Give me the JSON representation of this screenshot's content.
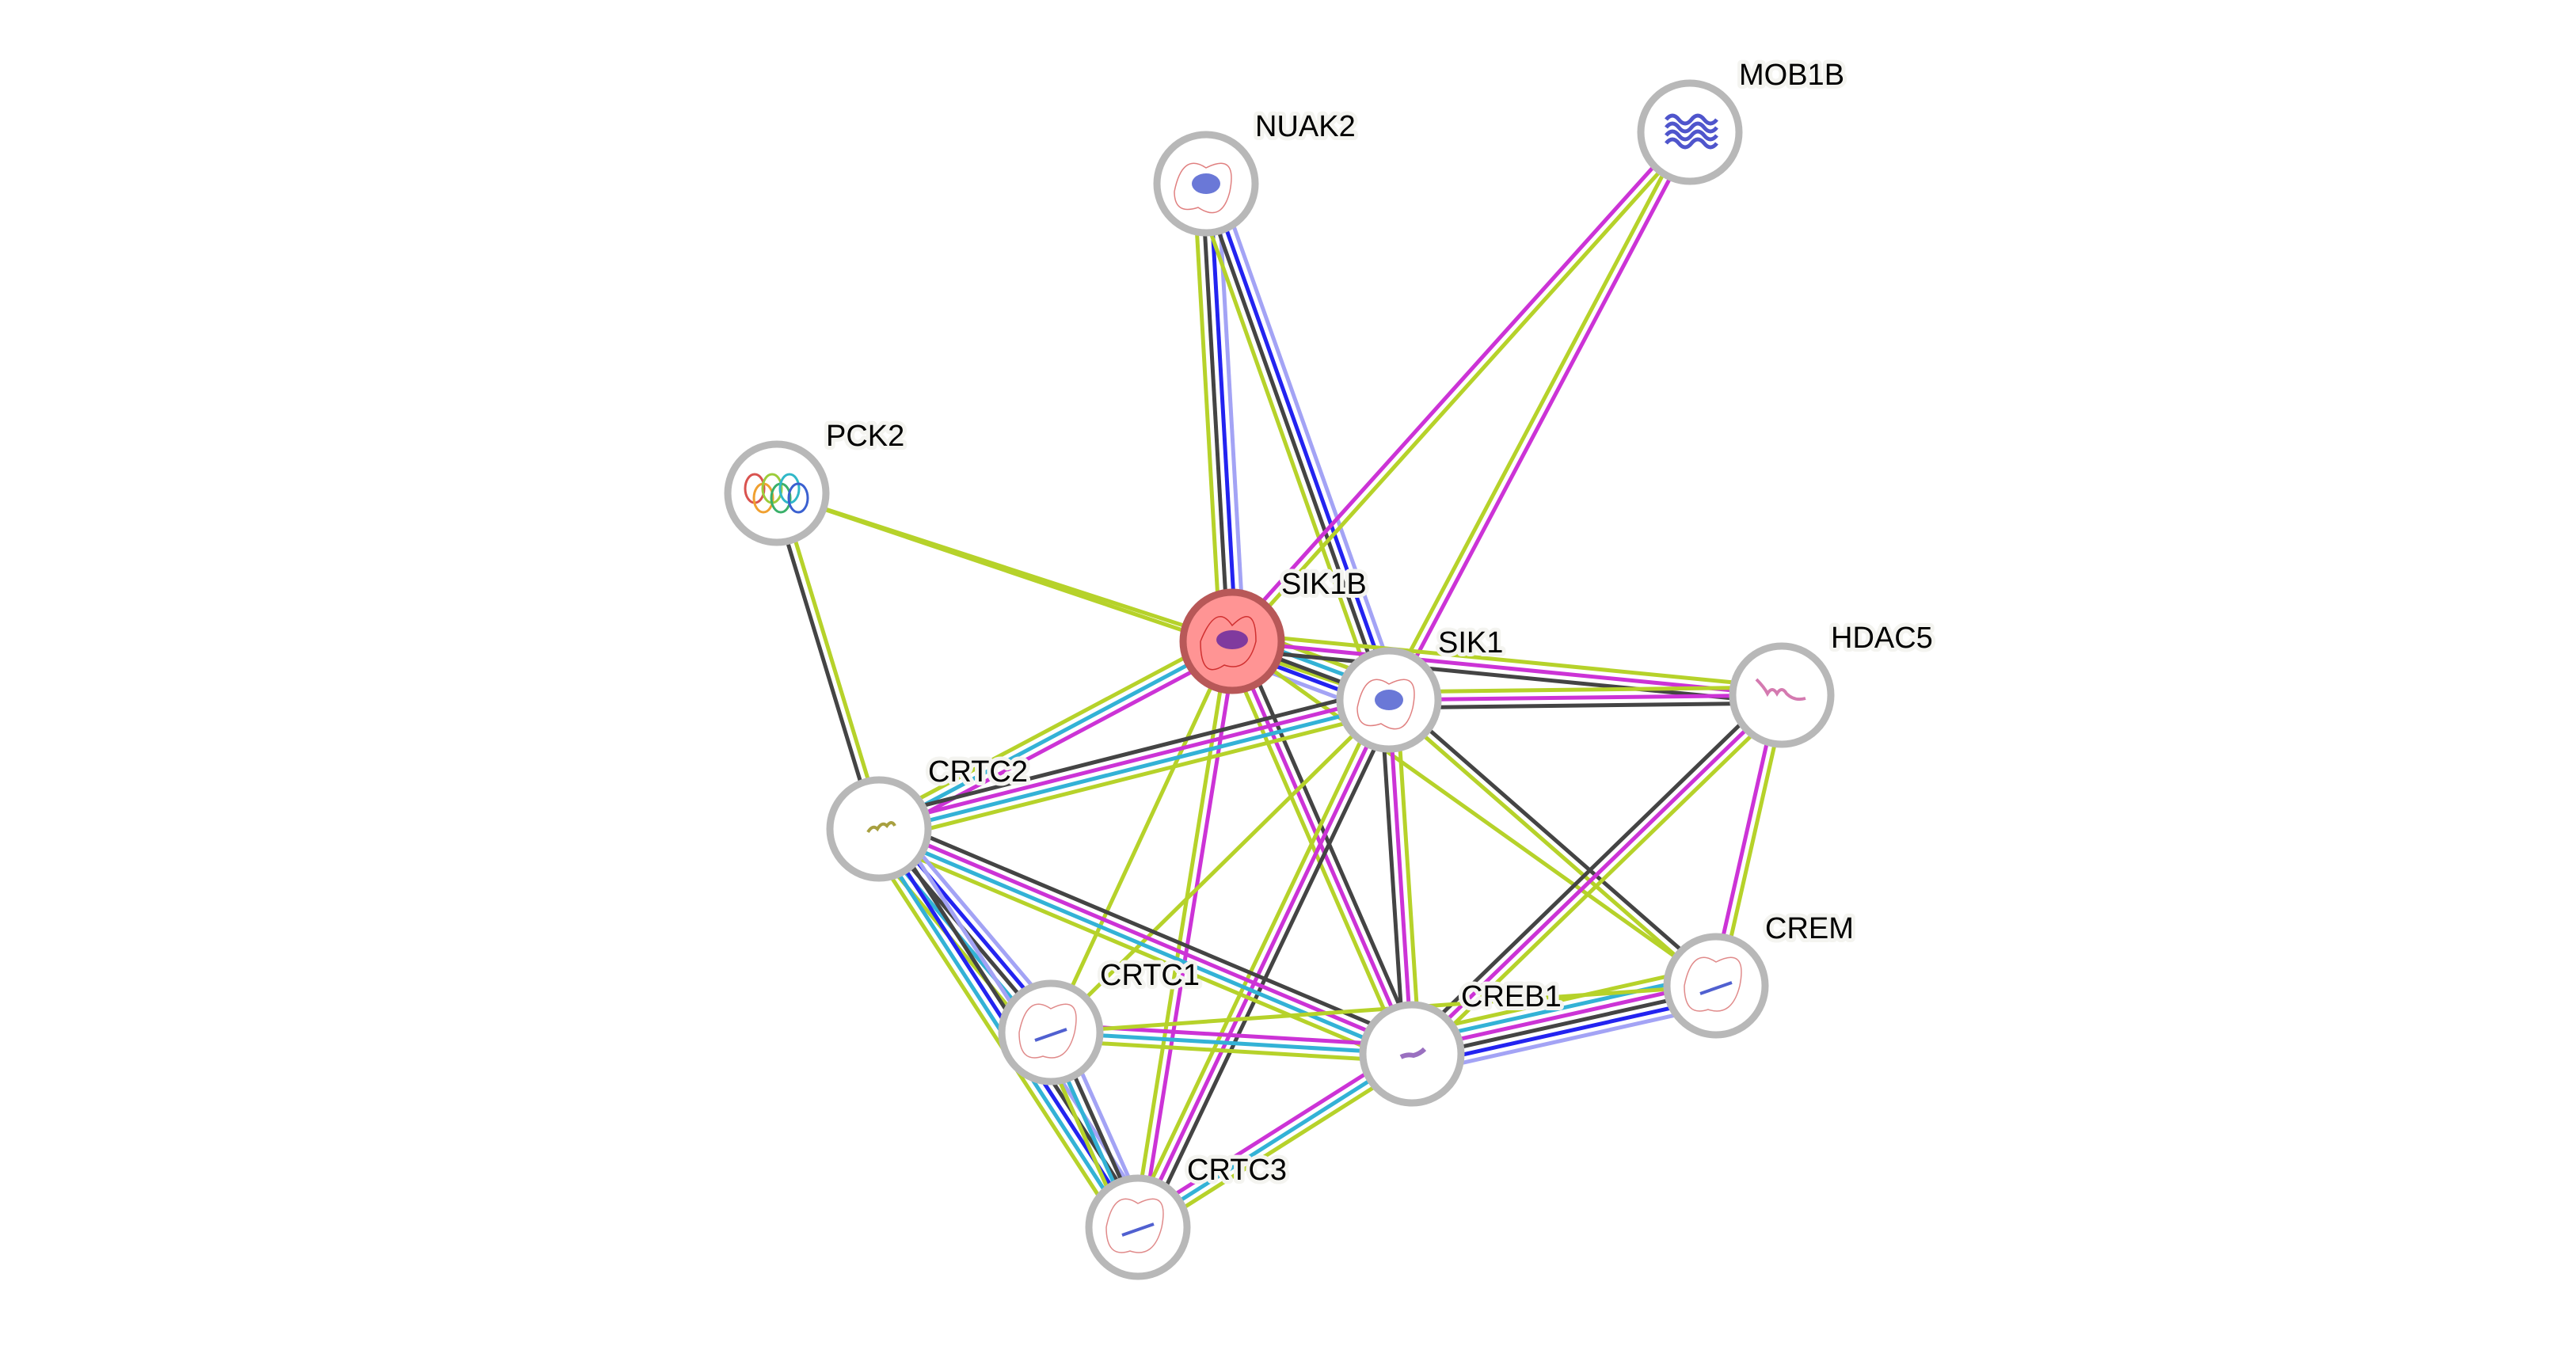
{
  "title": "STRING protein interaction network",
  "query_protein": "SIK1B",
  "evidence_colors": {
    "homology": "#a3a3f5",
    "cooccurrence": "#2323f0",
    "coexpression": "#444444",
    "textmining": "#b6d22a",
    "experiments": "#cc33d6",
    "databases": "#33b2d6"
  },
  "nodes": [
    {
      "id": "SIK1B",
      "label": "SIK1B",
      "query": true,
      "structure_hint": "purple-red-fold"
    },
    {
      "id": "SIK1",
      "label": "SIK1",
      "query": false,
      "structure_hint": "blue-fold"
    },
    {
      "id": "NUAK2",
      "label": "NUAK2",
      "query": false,
      "structure_hint": "blue-fold"
    },
    {
      "id": "MOB1B",
      "label": "MOB1B",
      "query": false,
      "structure_hint": "blue-helices"
    },
    {
      "id": "PCK2",
      "label": "PCK2",
      "query": false,
      "structure_hint": "rainbow-fold"
    },
    {
      "id": "HDAC5",
      "label": "HDAC5",
      "query": false,
      "structure_hint": "pink-helix"
    },
    {
      "id": "CRTC2",
      "label": "CRTC2",
      "query": false,
      "structure_hint": "olive-helix"
    },
    {
      "id": "CRTC1",
      "label": "CRTC1",
      "query": false,
      "structure_hint": "disordered"
    },
    {
      "id": "CREB1",
      "label": "CREB1",
      "query": false,
      "structure_hint": "purple-helix"
    },
    {
      "id": "CREM",
      "label": "CREM",
      "query": false,
      "structure_hint": "disordered"
    },
    {
      "id": "CRTC3",
      "label": "CRTC3",
      "query": false,
      "structure_hint": "disordered"
    }
  ],
  "edges": [
    {
      "source": "NUAK2",
      "target": "SIK1B",
      "evidence": [
        "homology",
        "cooccurrence",
        "coexpression",
        "textmining"
      ]
    },
    {
      "source": "NUAK2",
      "target": "SIK1",
      "evidence": [
        "homology",
        "cooccurrence",
        "coexpression",
        "textmining"
      ]
    },
    {
      "source": "MOB1B",
      "target": "SIK1B",
      "evidence": [
        "textmining",
        "experiments"
      ]
    },
    {
      "source": "MOB1B",
      "target": "SIK1",
      "evidence": [
        "experiments",
        "textmining"
      ]
    },
    {
      "source": "PCK2",
      "target": "SIK1B",
      "evidence": [
        "textmining"
      ]
    },
    {
      "source": "PCK2",
      "target": "SIK1",
      "evidence": [
        "textmining"
      ]
    },
    {
      "source": "PCK2",
      "target": "CRTC2",
      "evidence": [
        "textmining",
        "coexpression"
      ]
    },
    {
      "source": "SIK1B",
      "target": "SIK1",
      "evidence": [
        "textmining",
        "databases",
        "coexpression",
        "cooccurrence",
        "homology"
      ]
    },
    {
      "source": "SIK1B",
      "target": "HDAC5",
      "evidence": [
        "textmining",
        "experiments",
        "coexpression"
      ]
    },
    {
      "source": "SIK1B",
      "target": "CREM",
      "evidence": [
        "textmining"
      ]
    },
    {
      "source": "SIK1B",
      "target": "CREB1",
      "evidence": [
        "coexpression",
        "experiments",
        "textmining"
      ]
    },
    {
      "source": "SIK1B",
      "target": "CRTC2",
      "evidence": [
        "experiments",
        "databases",
        "textmining"
      ]
    },
    {
      "source": "SIK1B",
      "target": "CRTC1",
      "evidence": [
        "textmining"
      ]
    },
    {
      "source": "SIK1B",
      "target": "CRTC3",
      "evidence": [
        "experiments",
        "textmining"
      ]
    },
    {
      "source": "SIK1",
      "target": "HDAC5",
      "evidence": [
        "textmining",
        "experiments",
        "coexpression"
      ]
    },
    {
      "source": "SIK1",
      "target": "CREM",
      "evidence": [
        "coexpression",
        "textmining"
      ]
    },
    {
      "source": "SIK1",
      "target": "CREB1",
      "evidence": [
        "textmining",
        "experiments",
        "coexpression"
      ]
    },
    {
      "source": "SIK1",
      "target": "CRTC2",
      "evidence": [
        "textmining",
        "databases",
        "experiments",
        "coexpression"
      ]
    },
    {
      "source": "SIK1",
      "target": "CRTC1",
      "evidence": [
        "textmining"
      ]
    },
    {
      "source": "SIK1",
      "target": "CRTC3",
      "evidence": [
        "coexpression",
        "experiments",
        "textmining"
      ]
    },
    {
      "source": "HDAC5",
      "target": "CREB1",
      "evidence": [
        "textmining",
        "experiments",
        "coexpression"
      ]
    },
    {
      "source": "HDAC5",
      "target": "CREM",
      "evidence": [
        "textmining",
        "experiments"
      ]
    },
    {
      "source": "CREB1",
      "target": "CREM",
      "evidence": [
        "textmining",
        "databases",
        "experiments",
        "coexpression",
        "cooccurrence",
        "homology"
      ]
    },
    {
      "source": "CRTC2",
      "target": "CREB1",
      "evidence": [
        "coexpression",
        "experiments",
        "databases",
        "textmining"
      ]
    },
    {
      "source": "CRTC1",
      "target": "CREB1",
      "evidence": [
        "experiments",
        "databases",
        "textmining"
      ]
    },
    {
      "source": "CRTC1",
      "target": "CREM",
      "evidence": [
        "textmining"
      ]
    },
    {
      "source": "CRTC3",
      "target": "CREB1",
      "evidence": [
        "experiments",
        "databases",
        "textmining"
      ]
    },
    {
      "source": "CRTC2",
      "target": "CRTC1",
      "evidence": [
        "homology",
        "cooccurrence",
        "coexpression",
        "databases",
        "textmining"
      ]
    },
    {
      "source": "CRTC2",
      "target": "CRTC3",
      "evidence": [
        "homology",
        "coexpression",
        "cooccurrence",
        "databases",
        "textmining"
      ]
    },
    {
      "source": "CRTC1",
      "target": "CRTC3",
      "evidence": [
        "homology",
        "coexpression",
        "databases",
        "textmining"
      ]
    }
  ]
}
